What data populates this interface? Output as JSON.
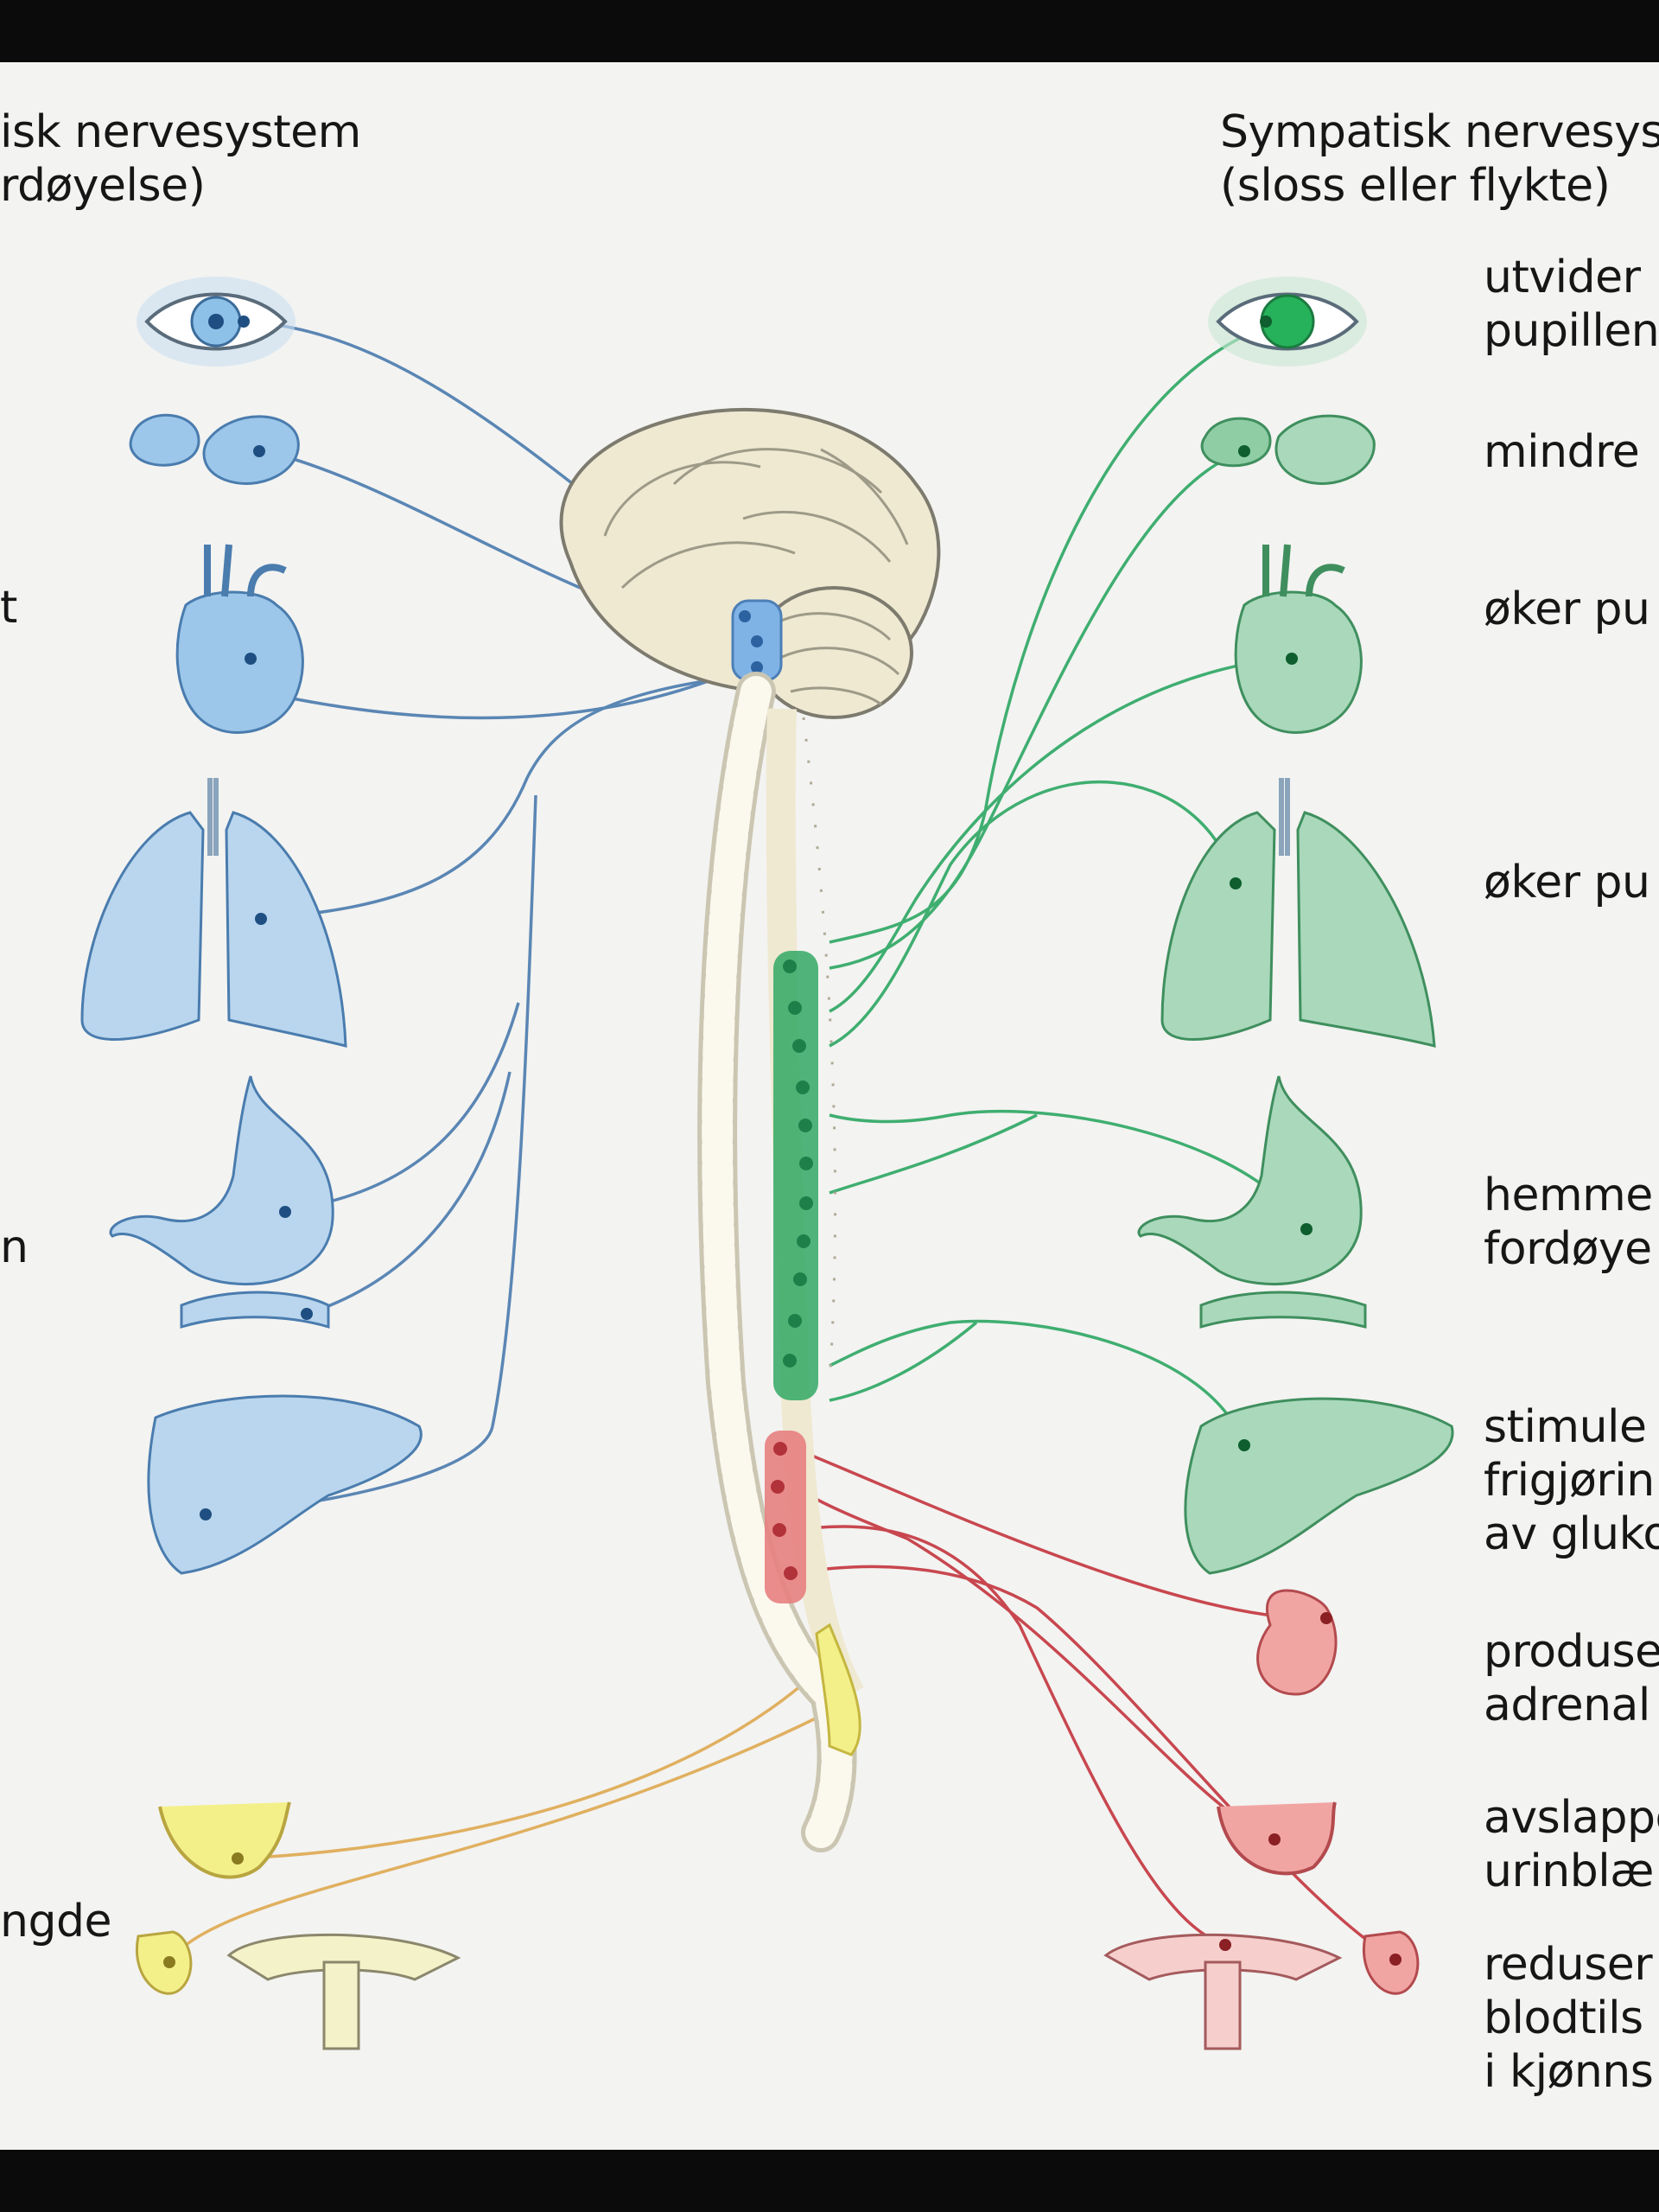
{
  "headers": {
    "left_line1": "isk nervesystem",
    "left_line2": "rdøyelse)",
    "right_line1": "Sympatisk nervesys",
    "right_line2": "(sloss eller flykte)"
  },
  "left_labels": [
    "t",
    "n",
    "ngde"
  ],
  "right_labels": [
    {
      "lines": [
        "utvider",
        "pupillen"
      ]
    },
    {
      "lines": [
        "mindre"
      ]
    },
    {
      "lines": [
        "øker pu"
      ]
    },
    {
      "lines": [
        "øker pu"
      ]
    },
    {
      "lines": [
        "hemme",
        "fordøye"
      ]
    },
    {
      "lines": [
        "stimule",
        "frigjørin",
        "av gluko"
      ]
    },
    {
      "lines": [
        "produse",
        "adrenal"
      ]
    },
    {
      "lines": [
        "avslappe",
        "urinblæ"
      ]
    },
    {
      "lines": [
        "reduser",
        "blodtils",
        "i kjønns"
      ]
    }
  ],
  "colors": {
    "parasympathetic": "#5a86b4",
    "parasympathetic_fill": "#b9d6ee",
    "sympathetic": "#3fae70",
    "sympathetic_fill": "#a9d8bb",
    "sympathetic_lower": "#c8474f",
    "sympathetic_lower_fill": "#f1a5a3",
    "sacral": "#e0b060",
    "sacral_fill": "#f3f08a",
    "brain": "#efe9d2"
  }
}
